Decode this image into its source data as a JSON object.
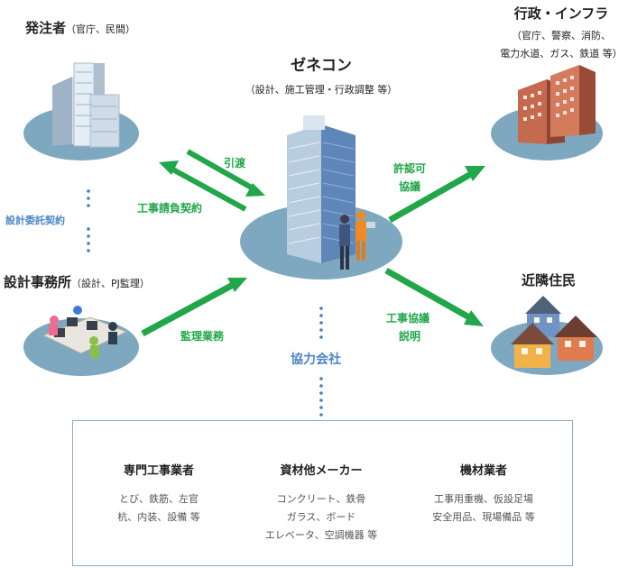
{
  "nodes": {
    "client": {
      "title": "発注者",
      "note": "（官庁、民間）"
    },
    "gov": {
      "title": "行政・インフラ",
      "note1": "（官庁、警察、消防、",
      "note2": "電力水道、ガス、鉄道 等）"
    },
    "zenecon": {
      "title": "ゼネコン",
      "note": "（設計、施工管理・行政調整 等）"
    },
    "design_office": {
      "title": "設計事務所",
      "note": "（設計、PJ監理）"
    },
    "residents": {
      "title": "近隣住民"
    },
    "cooperating": {
      "title": "協力会社"
    }
  },
  "relations": {
    "inquiry": "引渡",
    "contract": "工事請負契約",
    "design_contract": "設計委託契約",
    "permit1": "許認可",
    "permit2": "協議",
    "supervision": "監理業務",
    "consult1": "工事協議",
    "consult2": "説明"
  },
  "partners": [
    {
      "title": "専門工事業者",
      "lines": [
        "とび、鉄筋、左官",
        "杭、内装、設備 等"
      ]
    },
    {
      "title": "資材他メーカー",
      "lines": [
        "コンクリート、鉄骨",
        "ガラス、ボード",
        "エレベータ、空調機器 等"
      ]
    },
    {
      "title": "機材業者",
      "lines": [
        "工事用重機、仮設足場",
        "安全用品、現場備品 等"
      ]
    }
  ],
  "colors": {
    "arrow": "#22a64a",
    "ellipse": "#7ea8bf",
    "box_border": "#8da8c8",
    "dots": "#3f7fc4"
  }
}
